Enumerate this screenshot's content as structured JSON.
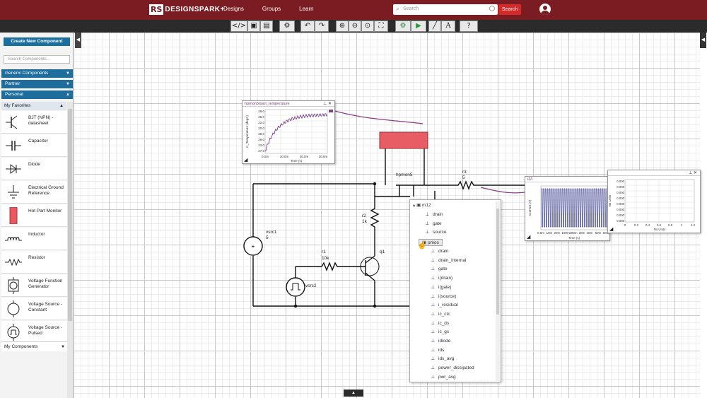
{
  "topnav": {
    "logo_rs": "RS",
    "logo_text": "DESIGNSPARK+",
    "links": [
      "Designs",
      "Groups",
      "Learn"
    ],
    "search_placeholder": "Search",
    "search_button": "Search",
    "bg_color": "#7a1c22"
  },
  "toolbar": {
    "icons": [
      "code-view-icon",
      "save-icon",
      "save-as-icon",
      "settings-icon",
      "undo-icon",
      "redo-icon",
      "zoom-in-icon",
      "zoom-out-icon",
      "zoom-fit-icon",
      "fit-screen-icon",
      "simulation-settings-icon",
      "run-icon",
      "wire-icon",
      "text-icon",
      "help-icon"
    ]
  },
  "sidebar": {
    "create_button": "Create New Component",
    "search_placeholder": "Search Components...",
    "categories": [
      "Generic Components",
      "Partner",
      "Personal"
    ],
    "favorites_header": "My Favorites",
    "components": [
      {
        "label": "BJT (NPN) - datasheet",
        "icon": "bjt-npn-icon"
      },
      {
        "label": "Capacitor",
        "icon": "capacitor-icon"
      },
      {
        "label": "Diode",
        "icon": "diode-icon"
      },
      {
        "label": "Electrical Ground Reference",
        "icon": "ground-icon"
      },
      {
        "label": "Hot Part Monitor",
        "icon": "hot-part-monitor-icon"
      },
      {
        "label": "Inductor",
        "icon": "inductor-icon"
      },
      {
        "label": "Resistor",
        "icon": "resistor-icon"
      },
      {
        "label": "Voltage Function Generator",
        "icon": "voltage-function-generator-icon"
      },
      {
        "label": "Voltage Source - Constant",
        "icon": "voltage-source-constant-icon"
      },
      {
        "label": "Voltage Source - Pulsed",
        "icon": "voltage-source-pulsed-icon"
      }
    ],
    "my_components": "My Components"
  },
  "panels": {
    "temperature": {
      "title": "hpmon5/part_temperature",
      "ylabel": "C_Temperature (degC)",
      "xlabel": "Time (s)",
      "yticks": [
        "28.0",
        "25.0",
        "22.0",
        "20.0",
        "28.0",
        "26.0",
        "23.0",
        "27.0"
      ],
      "xticks": [
        "0.0m",
        "10.0m",
        "20.0m",
        "30.0m"
      ]
    },
    "current": {
      "title": "i2/i",
      "ylabel": "Current (A)",
      "xlabel": "Time (s)",
      "xticks": [
        "0.0m",
        "10m",
        "20m",
        "100m",
        "200m",
        "30m",
        "40m",
        "50m",
        "60m"
      ]
    },
    "nounits": {
      "ylabel": "No Units",
      "xlabel": "No Units",
      "yticks": [
        "0.000",
        "0.000",
        "0.000",
        "0.000",
        "0.000",
        "0.000",
        "0.000",
        "0.000"
      ],
      "xticks": [
        "0",
        "0.2",
        "0.4",
        "0.6",
        "0.8",
        "1",
        "1.2"
      ]
    }
  },
  "schematic": {
    "labels": {
      "hpmon": "hpmon5",
      "r3": "r3",
      "r3_val": "5",
      "r2": "r2",
      "r2_val": "1k",
      "r1": "r1",
      "r1_val": "10k",
      "q1": "q1",
      "vsrc1": "vsrc1",
      "vsrc1_val": "5",
      "vsrc2": "vsrc2"
    }
  },
  "dropdown": {
    "root": "m12",
    "root_items": [
      "drain",
      "gate",
      "source"
    ],
    "sub": "pmos",
    "sub_items": [
      "drain",
      "drain_internal",
      "gate",
      "i(drain)",
      "i(gate)",
      "i(source)",
      "i_residual",
      "ic_ctc",
      "ic_ds",
      "ic_gs",
      "idiode",
      "ids",
      "ids_avg",
      "power_dissipated",
      "pwr_avg"
    ]
  }
}
